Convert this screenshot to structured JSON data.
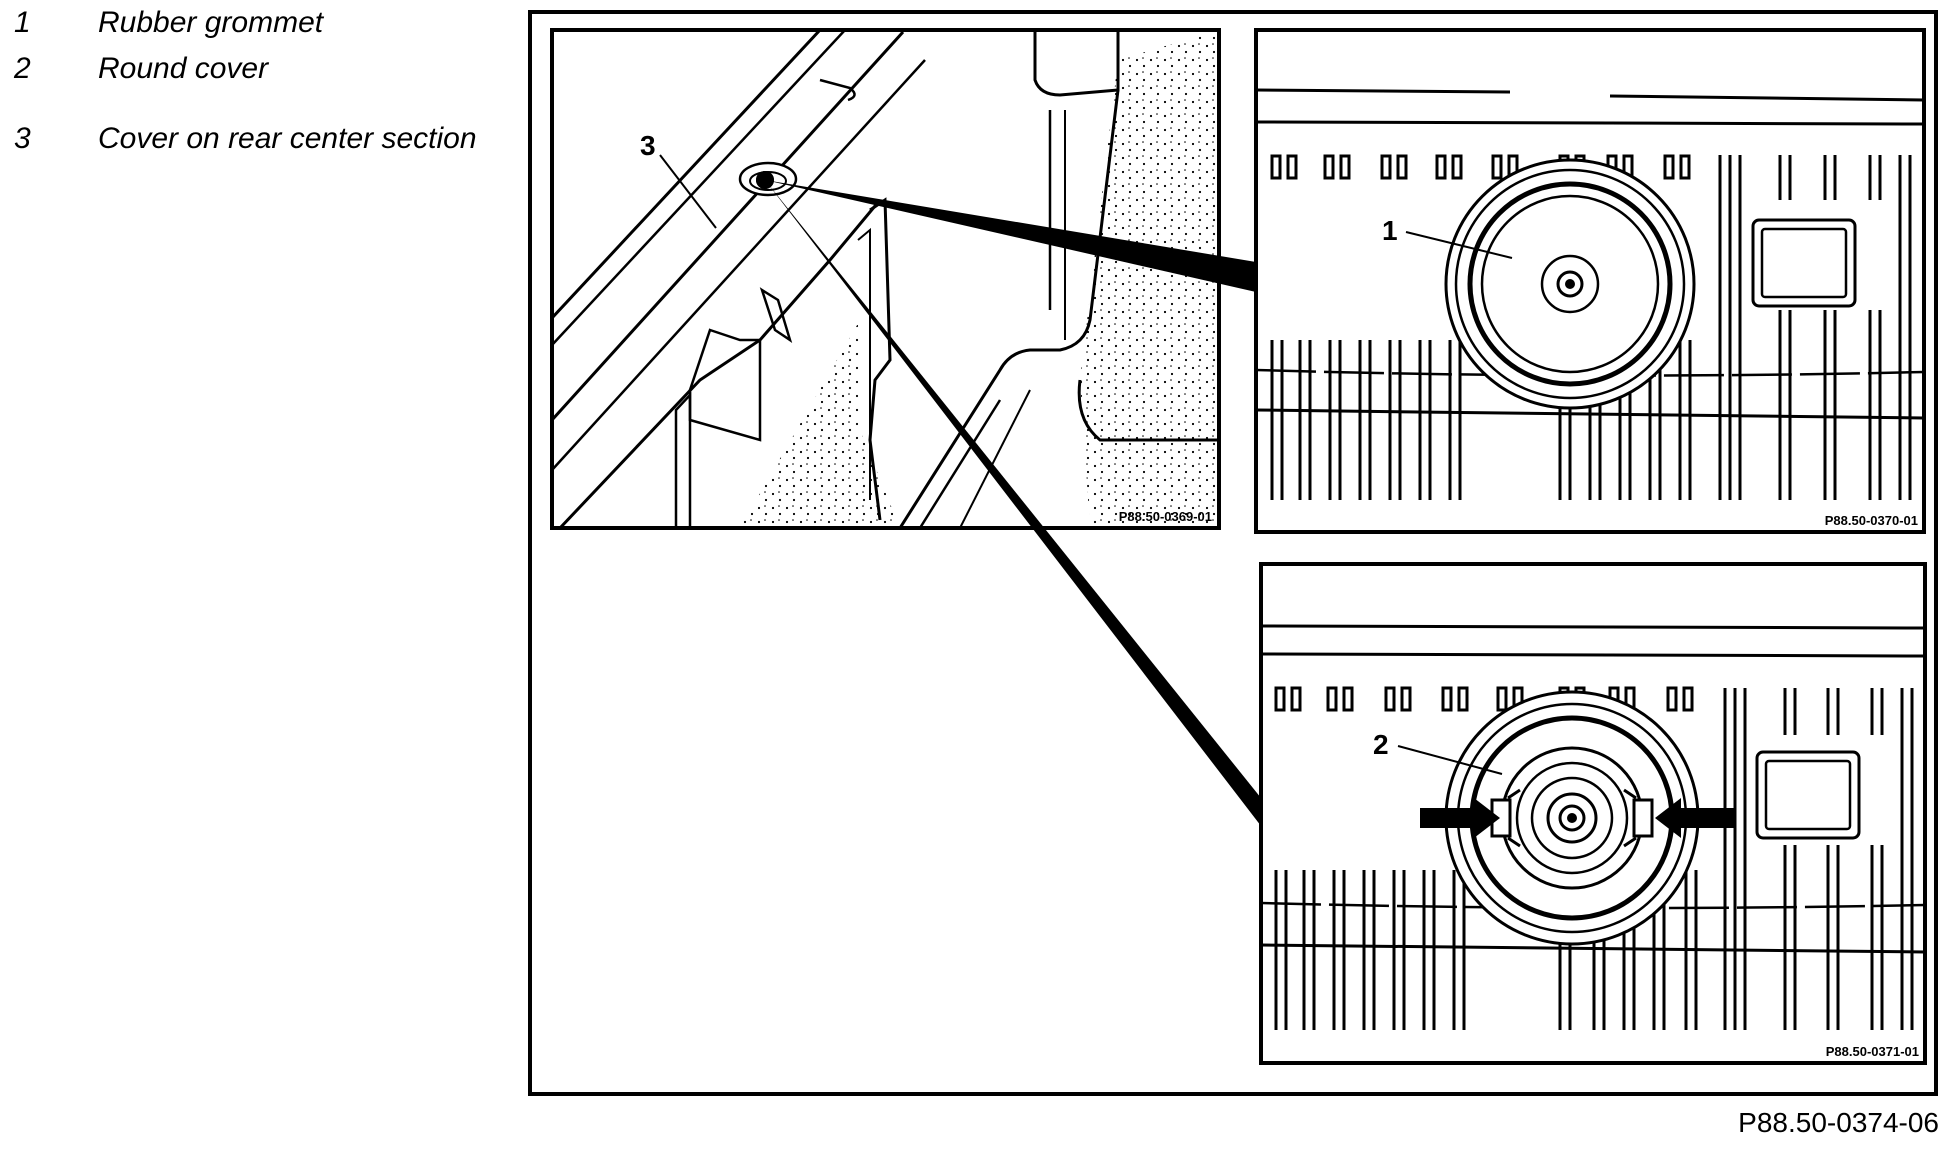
{
  "legend": [
    {
      "num": "1",
      "text": "Rubber grommet"
    },
    {
      "num": "2",
      "text": "Round cover"
    },
    {
      "num": "3",
      "text": "Cover on rear center section"
    }
  ],
  "callouts": {
    "c1": "1",
    "c2": "2",
    "c3": "3"
  },
  "panels": {
    "left_code": "P88.50-0369-01",
    "top_right_code": "P88.50-0370-01",
    "bottom_right_code": "P88.50-0371-01"
  },
  "figure_ref": "P88.50-0374-06"
}
